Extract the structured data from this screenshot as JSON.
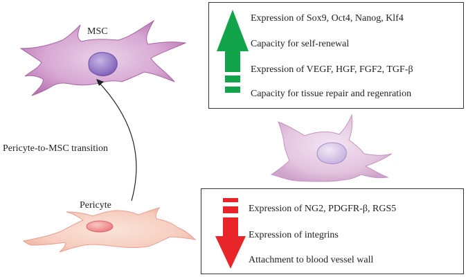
{
  "labels": {
    "msc": "MSC",
    "pericyte": "Pericyte",
    "transition": "Pericyte-to-MSC transition"
  },
  "increase_box": {
    "items": [
      "Expression of Sox9, Oct4, Nanog, Klf4",
      "Capacity for self-renewal",
      "Expression of VEGF, HGF, FGF2, TGF-β",
      "Capacity for tissue repair and regenration"
    ],
    "arrow_color": "#11a44a"
  },
  "decrease_box": {
    "items": [
      "Expression of NG2, PDGFR-β, RGS5",
      "Expression of integrins",
      "Attachment to blood vessel wall"
    ],
    "arrow_color": "#e8262a"
  },
  "colors": {
    "msc_cell": "#c78fc2",
    "msc_nucleus": "#8a6bbf",
    "pericyte_cell": "#f4c6b6",
    "pericyte_nucleus": "#ec8d8d",
    "middle_cell": "#dcb6d8",
    "middle_nucleus": "#d6c6e6"
  }
}
